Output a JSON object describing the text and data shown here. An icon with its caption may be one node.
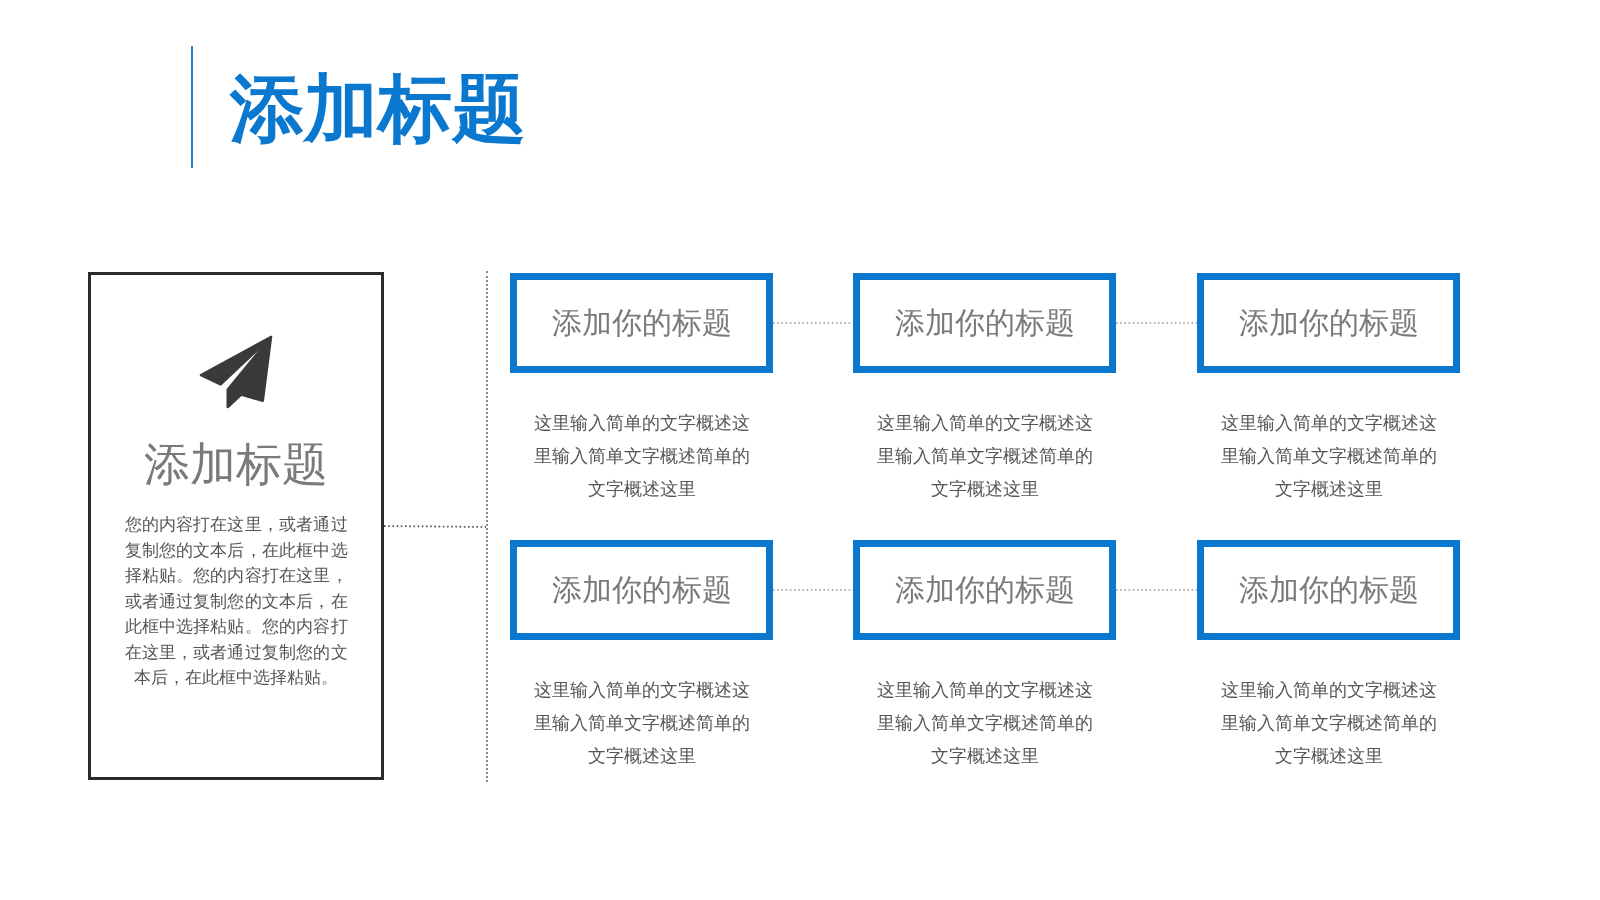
{
  "diagram": {
    "title": "添加标题",
    "nodes": [
      {
        "text": [
          "添加标题",
          "您的内容打在这里，或者通过复制您的文本后，在此框中选择粘贴。您的内容打在这里，或者通过复制您的文本后，在此框中选择粘贴。您的内容打在这里，或者通过复制您的文本后，在此框中选择粘贴。"
        ]
      },
      {
        "text": [
          "添加你的标题"
        ],
        "beside": [
          "这里输入简单的文字概述这里输入简单文字概述简单的文字概述这里"
        ]
      },
      {
        "text": [
          "添加你的标题"
        ],
        "beside": [
          "这里输入简单的文字概述这里输入简单文字概述简单的文字概述这里"
        ]
      },
      {
        "text": [
          "添加你的标题"
        ],
        "beside": [
          "这里输入简单的文字概述这里输入简单文字概述简单的文字概述这里"
        ]
      },
      {
        "text": [
          "添加你的标题"
        ],
        "beside": [
          "这里输入简单的文字概述这里输入简单文字概述简单的文字概述这里"
        ]
      },
      {
        "text": [
          "添加你的标题"
        ],
        "beside": [
          "这里输入简单的文字概述这里输入简单文字概述简单的文字概述这里"
        ]
      },
      {
        "text": [
          "添加你的标题"
        ],
        "beside": [
          "这里输入简单的文字概述这里输入简单文字概述简单的文字概述这里"
        ]
      }
    ],
    "edges": [
      {
        "from": 0,
        "to": null,
        "arrow": "none",
        "style": "dashed",
        "color": "#555555"
      },
      {
        "from": 1,
        "to": 2,
        "arrow": "none",
        "style": "dashed"
      },
      {
        "from": 2,
        "to": 3,
        "arrow": "none",
        "style": "dashed"
      },
      {
        "from": 4,
        "to": 5,
        "arrow": "none",
        "style": "dashed"
      },
      {
        "from": 5,
        "to": 6,
        "arrow": "none",
        "style": "dashed"
      }
    ]
  }
}
